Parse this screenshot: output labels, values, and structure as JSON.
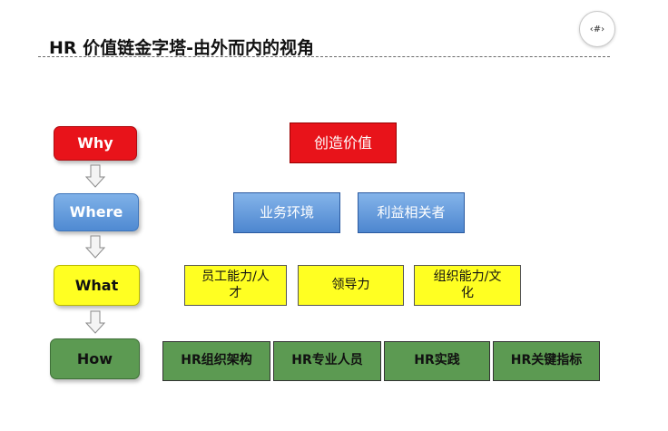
{
  "title": "HR 价值链金字塔-由外而内的视角",
  "page_number": "‹#›",
  "stages": {
    "why": "Why",
    "where": "Where",
    "what": "What",
    "how": "How"
  },
  "levels": {
    "why": [
      "创造价值"
    ],
    "where": [
      "业务环境",
      "利益相关者"
    ],
    "what": [
      "员工能力/人才",
      "领导力",
      "组织能力/文化"
    ],
    "how": [
      "HR组织架构",
      "HR专业人员",
      "HR实践",
      "HR关键指标"
    ]
  },
  "colors": {
    "why": "#e8131a",
    "where": "#5b93d8",
    "what": "#ffff22",
    "how": "#5c9a52"
  }
}
